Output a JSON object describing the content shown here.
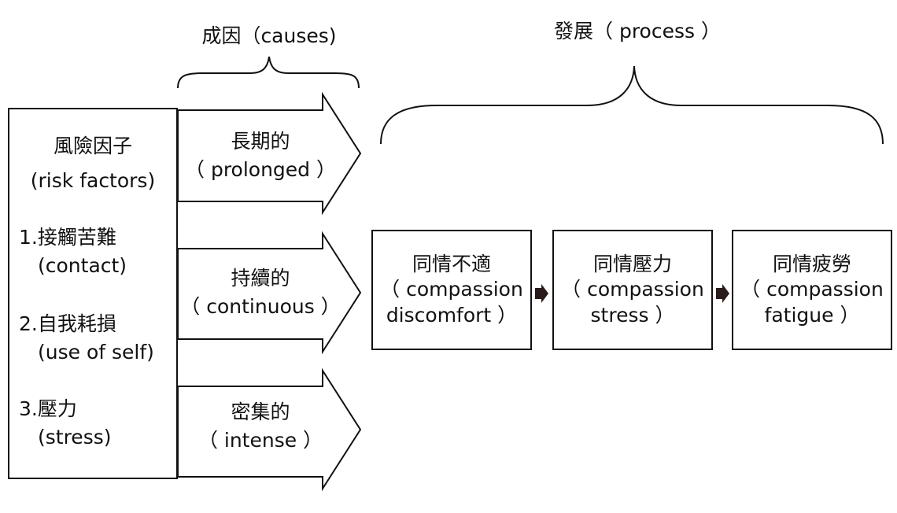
{
  "headings": {
    "causes": "成因（causes)",
    "process": "發展（ process ）"
  },
  "risk_box": {
    "title": "風險因子",
    "subtitle": "(risk factors)",
    "items": [
      {
        "label": "1.接觸苦難",
        "sub": "(contact)"
      },
      {
        "label": "2.自我耗損",
        "sub": "(use of self)"
      },
      {
        "label": "3.壓力",
        "sub": "(stress)"
      }
    ]
  },
  "causes": [
    {
      "label": "長期的",
      "sub": "（ prolonged ）"
    },
    {
      "label": "持續的",
      "sub": "（ continuous ）"
    },
    {
      "label": "密集的",
      "sub": "（ intense ）"
    }
  ],
  "stages": [
    {
      "label": "同情不適",
      "line1": "（ compassion",
      "line2": "discomfort ）"
    },
    {
      "label": "同情壓力",
      "line1": "（ compassion",
      "line2": "stress ）"
    },
    {
      "label": "同情疲勞",
      "line1": "（ compassion",
      "line2": "fatigue ）"
    }
  ]
}
